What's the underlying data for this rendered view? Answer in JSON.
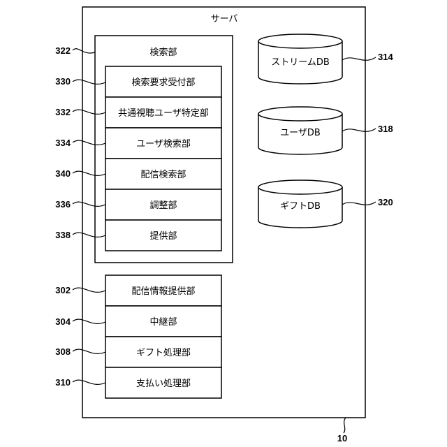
{
  "server": {
    "title": "サーバ",
    "ref": "10"
  },
  "search_unit": {
    "title": "検索部",
    "ref": "322",
    "items": [
      {
        "label": "検索要求受付部",
        "ref": "330"
      },
      {
        "label": "共通視聴ユーザ特定部",
        "ref": "332"
      },
      {
        "label": "ユーザ検索部",
        "ref": "334"
      },
      {
        "label": "配信検索部",
        "ref": "340"
      },
      {
        "label": "調整部",
        "ref": "336"
      },
      {
        "label": "提供部",
        "ref": "338"
      }
    ]
  },
  "other_units": [
    {
      "label": "配信情報提供部",
      "ref": "302"
    },
    {
      "label": "中継部",
      "ref": "304"
    },
    {
      "label": "ギフト処理部",
      "ref": "308"
    },
    {
      "label": "支払い処理部",
      "ref": "310"
    }
  ],
  "databases": [
    {
      "label": "ストリームDB",
      "ref": "314"
    },
    {
      "label": "ユーザDB",
      "ref": "318"
    },
    {
      "label": "ギフトDB",
      "ref": "320"
    }
  ]
}
